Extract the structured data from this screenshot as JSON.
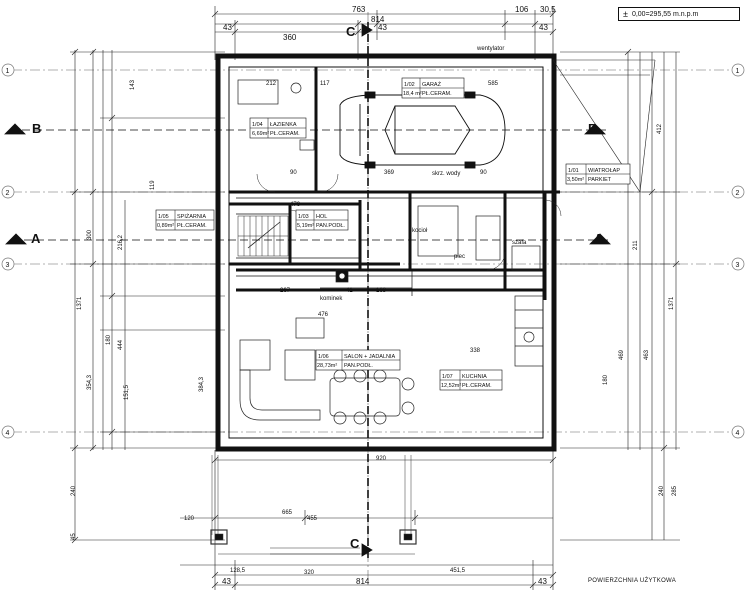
{
  "header": {
    "level_symbol": "±",
    "level_text": "0,00=295,55 m.n.p.m"
  },
  "caption": "POWIERZCHNIA UŻYTKOWA",
  "sections": {
    "b_left": "B",
    "b_right": "B",
    "a_left": "A",
    "a_right": "A",
    "c_top": "C",
    "c_bottom": "C"
  },
  "axes": {
    "rows": [
      "1",
      "2",
      "3",
      "4"
    ],
    "row_right": [
      "1",
      "2",
      "3",
      "4"
    ]
  },
  "rooms": [
    {
      "id": "1/04",
      "name": "ŁAZIENKA",
      "area": "6,69m²",
      "floor": "PŁ.CERAM."
    },
    {
      "id": "1/02",
      "name": "GARAŻ",
      "area": "18,4 m²",
      "floor": "PŁ.CERAM."
    },
    {
      "id": "1/05",
      "name": "SPIŻARNIA",
      "area": "0,89m²",
      "floor": "PŁ.CERAM."
    },
    {
      "id": "1/03",
      "name": "HOL",
      "area": "5,19m²",
      "floor": "PAN.PODŁ."
    },
    {
      "id": "1/06",
      "name": "SALON + JADALNIA",
      "area": "28,73m²",
      "floor": "PAN.PODŁ."
    },
    {
      "id": "1/07",
      "name": "KUCHNIA",
      "area": "12,52m²",
      "floor": "PŁ.CERAM."
    },
    {
      "id": "1/01",
      "name": "WIATROŁAP",
      "area": "3,50m²",
      "floor": "PARKIET"
    }
  ],
  "dims": {
    "top_total": "763",
    "top_43a": "43",
    "top_814": "814",
    "top_106": "106",
    "top_305": "30,5",
    "top_360": "360",
    "top_43b": "43",
    "top_43c": "43",
    "d_212": "212",
    "d_585": "585",
    "d_117": "117",
    "d_90a": "90",
    "d_369": "369",
    "d_90b": "90",
    "d_476a": "476",
    "d_267": "267",
    "d_41": "41",
    "d_168": "168",
    "d_476b": "476",
    "d_338": "338",
    "d_920": "920",
    "d_665": "665",
    "d_455": "455",
    "d_120": "120",
    "d_320": "320",
    "d_1285": "128,5",
    "d_4515": "451,5",
    "bottom_814": "814",
    "bottom_43a": "43",
    "bottom_43b": "43",
    "left_143": "143",
    "left_119": "119",
    "left_300": "300",
    "left_2162": "216,2",
    "left_1371": "1371",
    "left_3543": "354,3",
    "left_1515": "151,5",
    "left_240": "240",
    "left_45": "45",
    "right_412": "412",
    "right_211": "211",
    "right_1371": "1371",
    "right_469": "469",
    "right_463": "463",
    "right_180": "180",
    "right_285": "285",
    "right_240": "240",
    "d_180": "180",
    "d_444": "444",
    "d_3843": "384,3"
  },
  "notes": {
    "wentylator": "wentylator",
    "skrz_wody": "skrz. wody",
    "kocioł": "kocioł",
    "piec": "piec",
    "szafa": "szafa",
    "kominek": "kominek"
  }
}
